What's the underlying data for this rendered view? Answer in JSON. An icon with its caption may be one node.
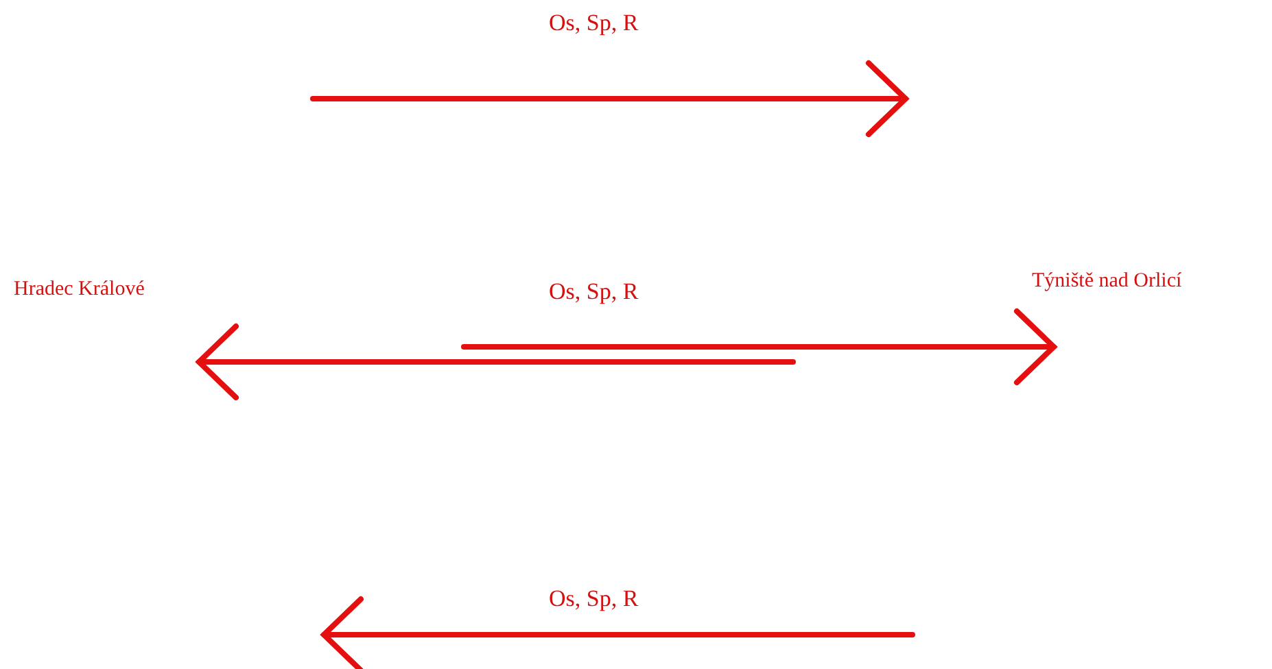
{
  "diagram": {
    "labels": [
      "Os, Sp, R",
      "Hradec Králové",
      "Os, Sp, R",
      "Týniště nad Orlicí",
      "Os, Sp, R"
    ]
  }
}
